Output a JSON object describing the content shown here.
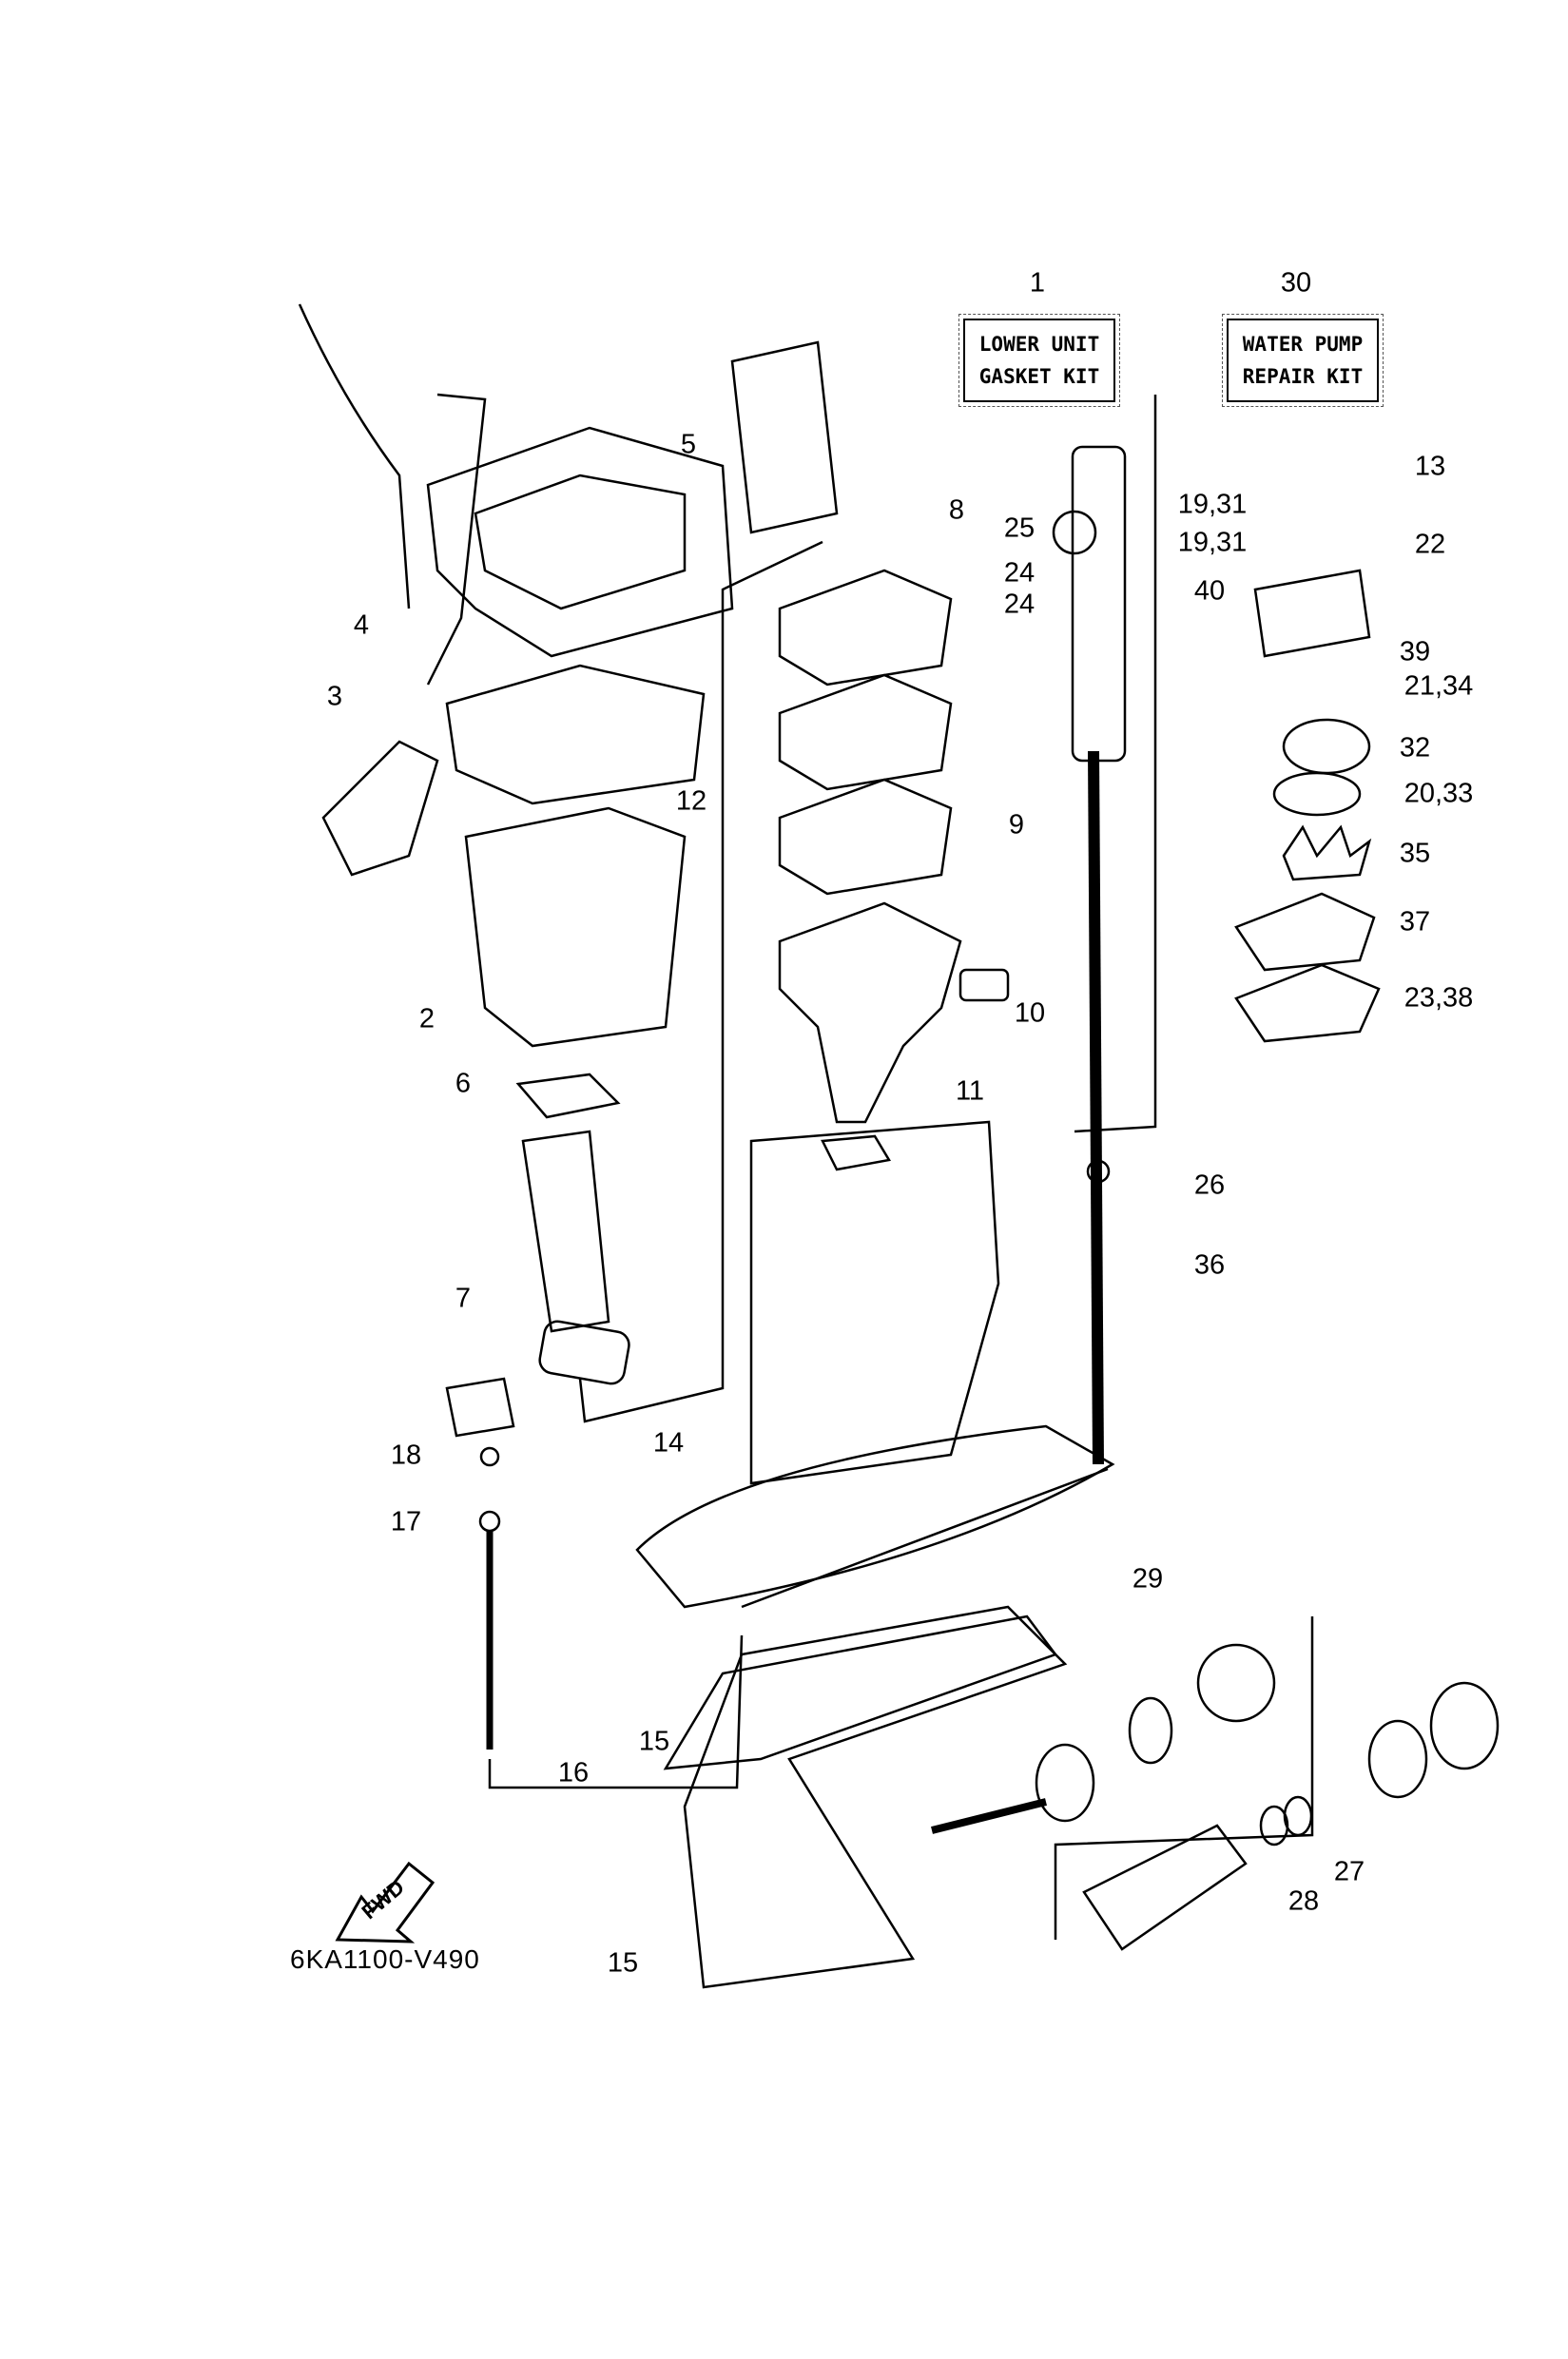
{
  "kits": [
    {
      "number": "1",
      "line1": "LOWER UNIT",
      "line2": "GASKET KIT"
    },
    {
      "number": "30",
      "line1": "WATER PUMP",
      "line2": "REPAIR KIT"
    }
  ],
  "callouts": [
    "5",
    "8",
    "13",
    "19,31",
    "25",
    "19,31",
    "22",
    "24",
    "40",
    "24",
    "4",
    "39",
    "3",
    "21,34",
    "32",
    "12",
    "20,33",
    "9",
    "35",
    "37",
    "2",
    "23,38",
    "10",
    "6",
    "11",
    "26",
    "36",
    "7",
    "14",
    "18",
    "17",
    "29",
    "15",
    "16",
    "27",
    "28",
    "15"
  ],
  "fwd_label": "FWD",
  "diagram_code": "6KA1100-V490"
}
